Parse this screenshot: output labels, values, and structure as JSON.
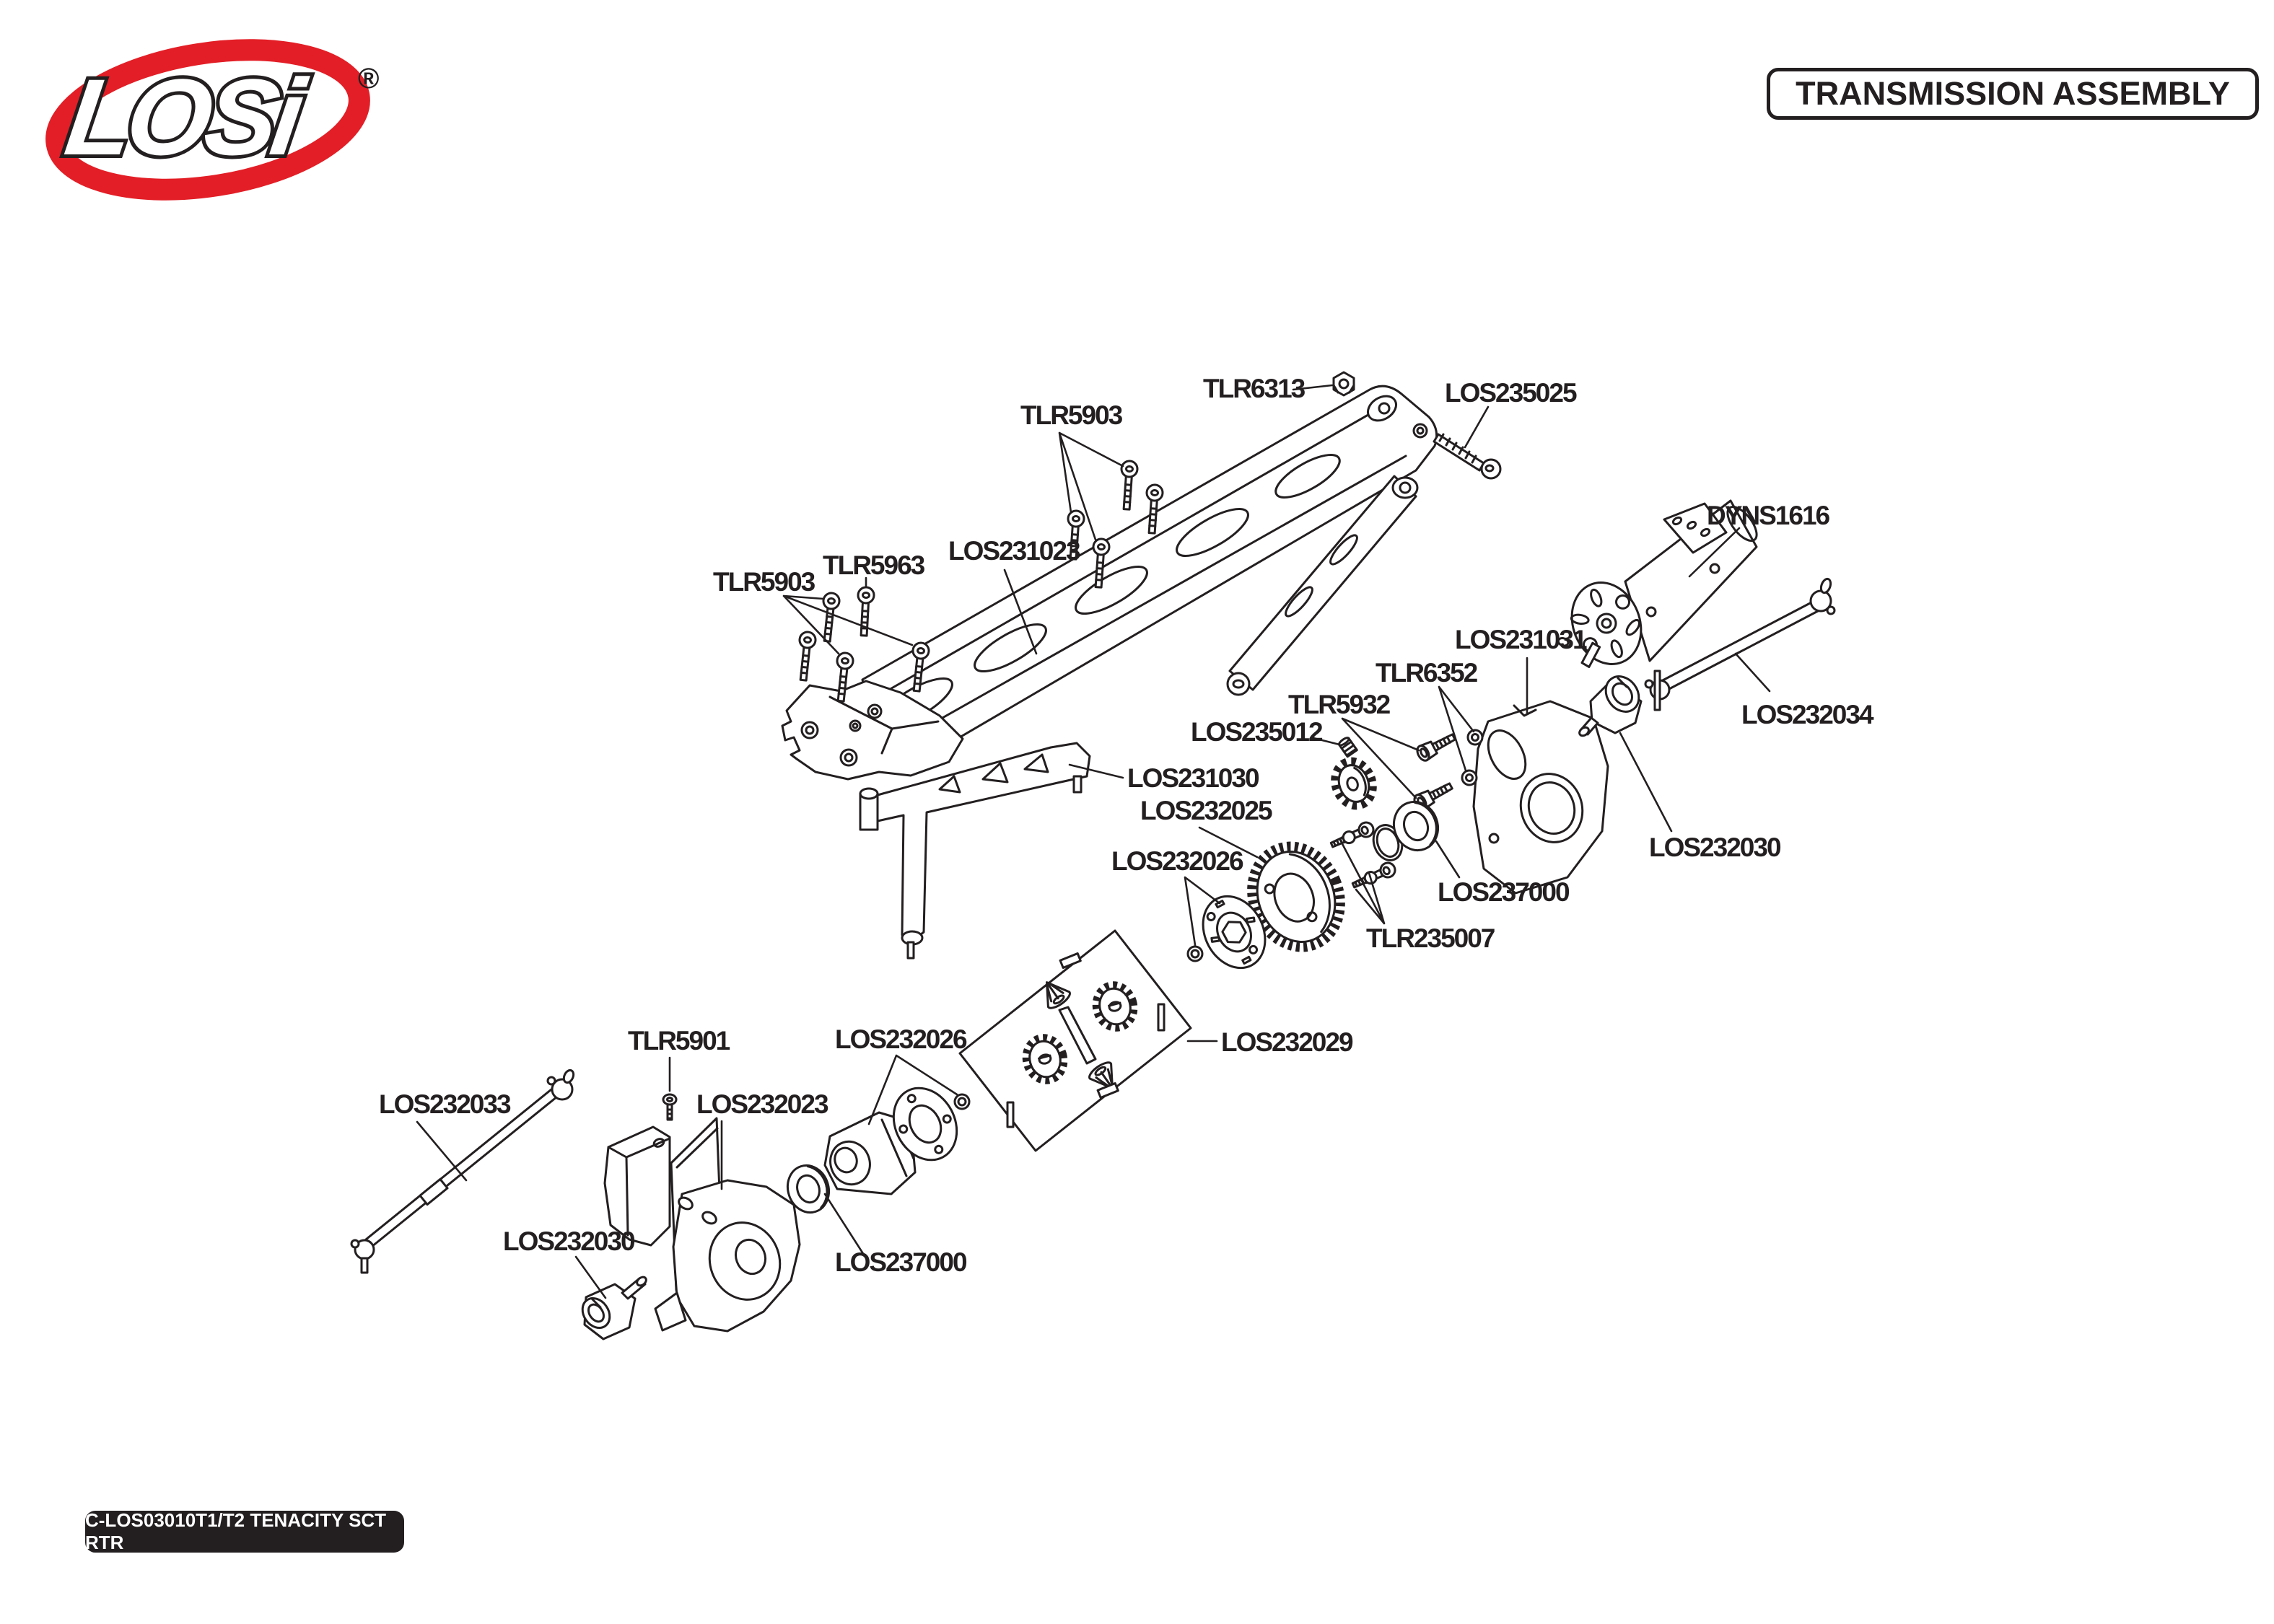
{
  "title": "TRANSMISSION ASSEMBLY",
  "footer": "C-LOS03010T1/T2 TENACITY SCT RTR",
  "logo": {
    "brand": "LOSi",
    "registered": "®"
  },
  "diagram": {
    "callouts": [
      {
        "text": "TLR5903"
      },
      {
        "text": "TLR6313"
      },
      {
        "text": "LOS235025"
      },
      {
        "text": "DYNS1616"
      },
      {
        "text": "LOS231023"
      },
      {
        "text": "TLR5963"
      },
      {
        "text": "TLR5903"
      },
      {
        "text": "LOS231031"
      },
      {
        "text": "TLR6352"
      },
      {
        "text": "TLR5932"
      },
      {
        "text": "LOS235012"
      },
      {
        "text": "LOS232034"
      },
      {
        "text": "LOS231030"
      },
      {
        "text": "LOS232030"
      },
      {
        "text": "LOS232025"
      },
      {
        "text": "LOS232026"
      },
      {
        "text": "LOS237000"
      },
      {
        "text": "TLR235007"
      },
      {
        "text": "LOS232029"
      },
      {
        "text": "LOS232026"
      },
      {
        "text": "TLR5901"
      },
      {
        "text": "LOS232023"
      },
      {
        "text": "LOS232033"
      },
      {
        "text": "LOS232030"
      },
      {
        "text": "LOS237000"
      }
    ]
  }
}
